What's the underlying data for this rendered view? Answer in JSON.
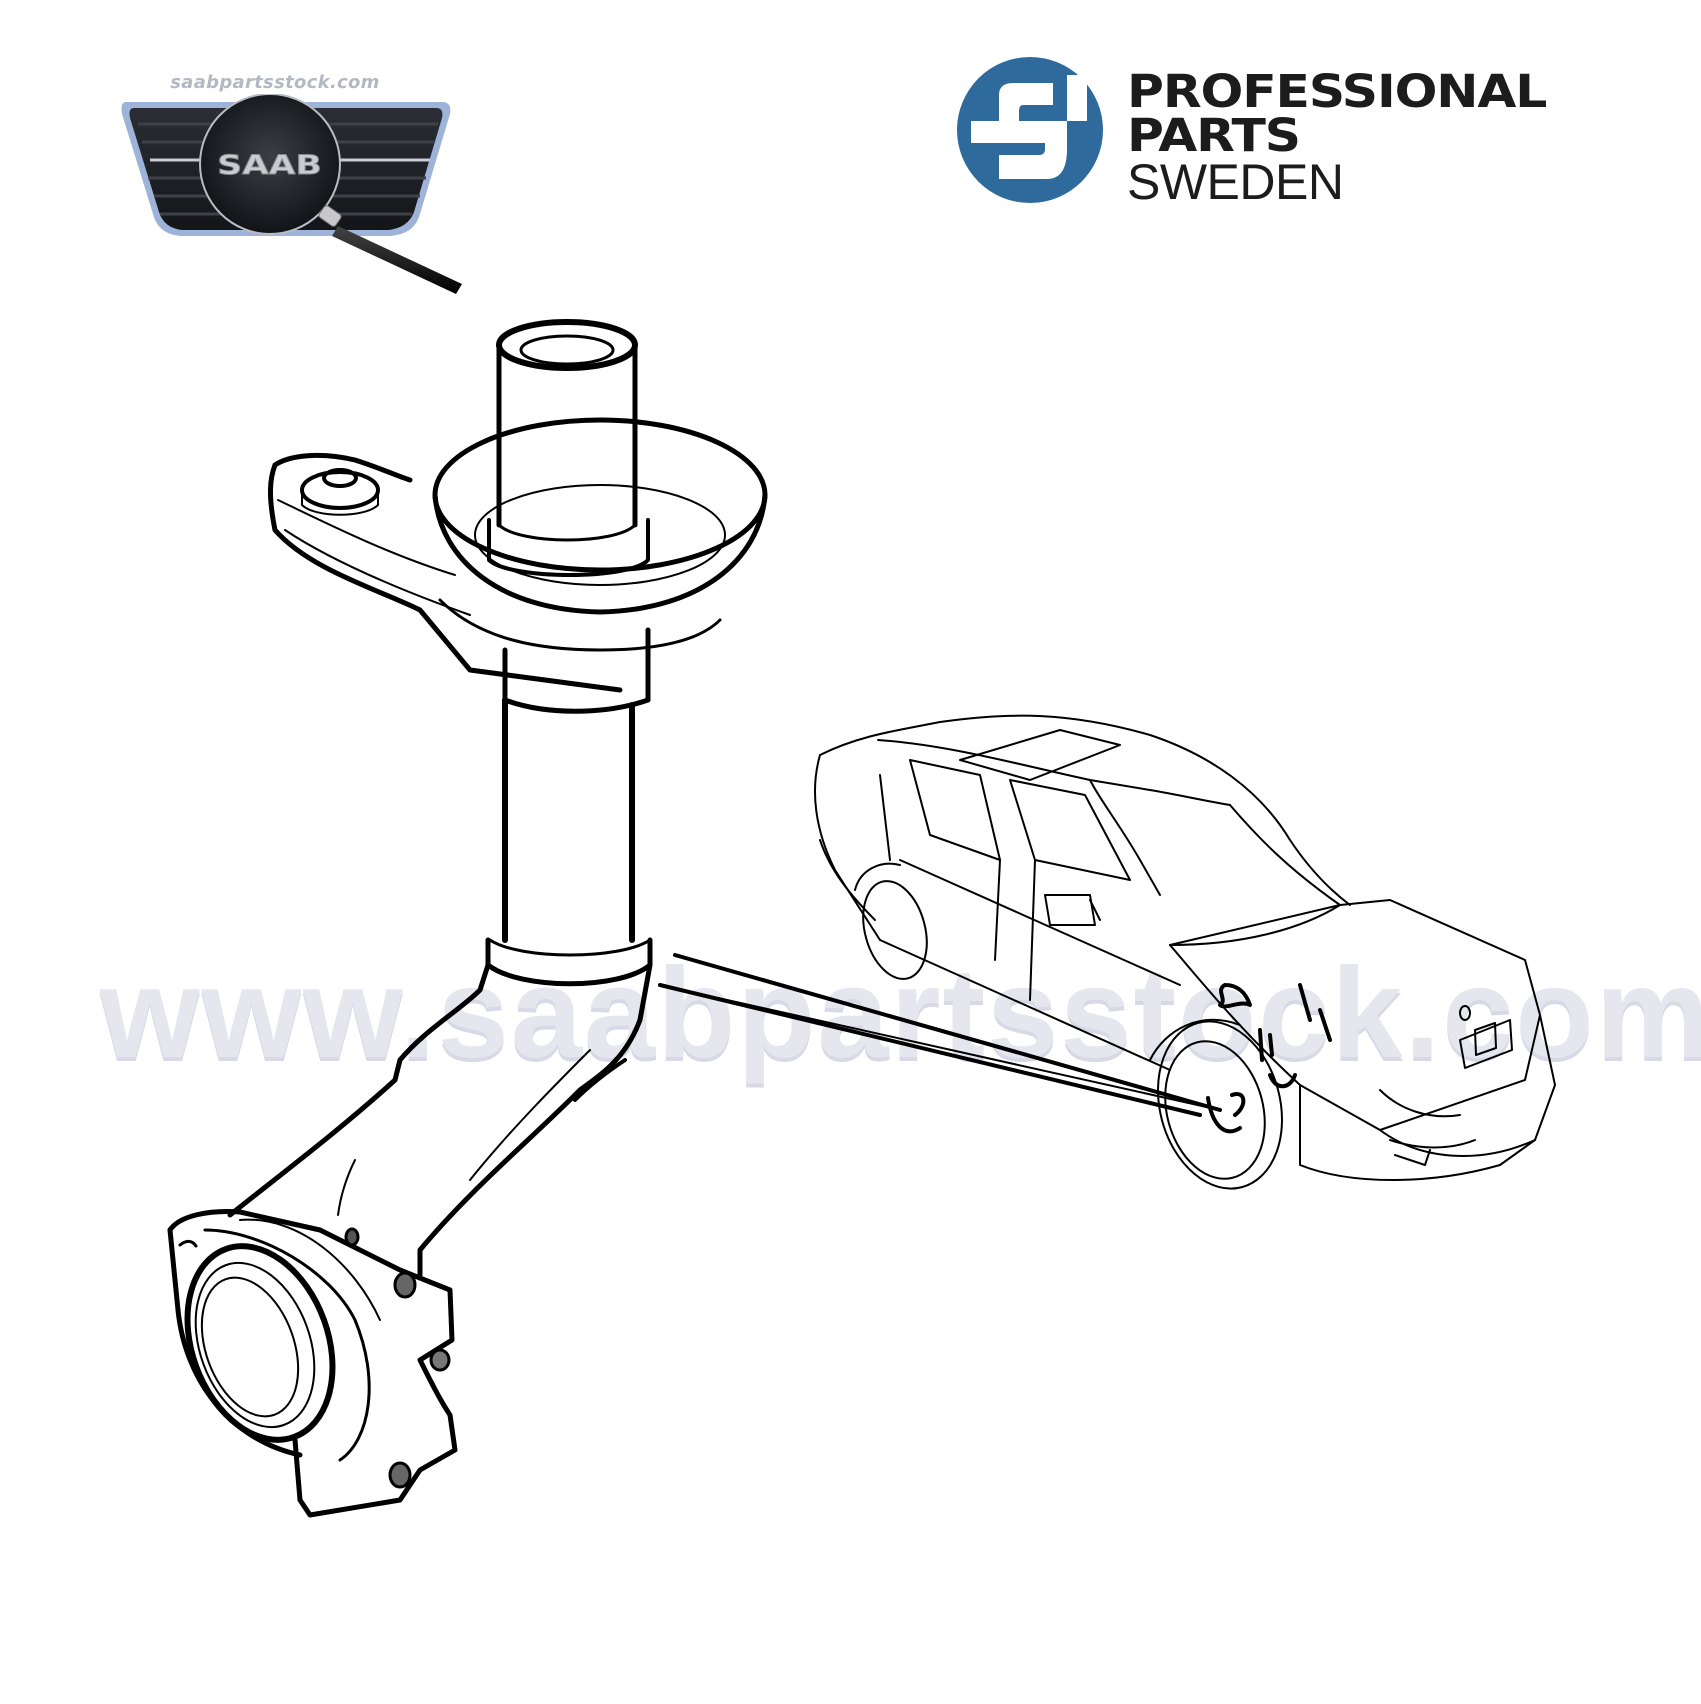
{
  "branding": {
    "saab_badge": {
      "site_label": "saabpartsstock.com",
      "badge_text": "SAAB",
      "icon": "magnifying-glass-icon",
      "colors": {
        "grille": "#1e2126",
        "frame": "#9db4d8",
        "emblem": "#c8ccd2"
      }
    },
    "pps_logo": {
      "line1": "PROFESSIONAL",
      "line2": "PARTS",
      "line3": "SWEDEN",
      "icon": "pps-monogram-icon",
      "colors": {
        "emblem": "#2e6a9c",
        "text": "#1c1c1c"
      }
    }
  },
  "watermark": {
    "text": "www.saabpartsstock.com",
    "color": "#e6e6ef"
  },
  "diagram": {
    "subject": "front-strut-and-steering-knuckle",
    "components": [
      "strut-top-mount-tube",
      "spring-seat",
      "mounting-bracket",
      "strut-body",
      "steering-knuckle",
      "wheel-bearing-housing"
    ],
    "locator": {
      "subject": "saab-9-5-sedan-outline",
      "pointer_target": "front-left-wheel"
    },
    "line_color": "#000000"
  }
}
